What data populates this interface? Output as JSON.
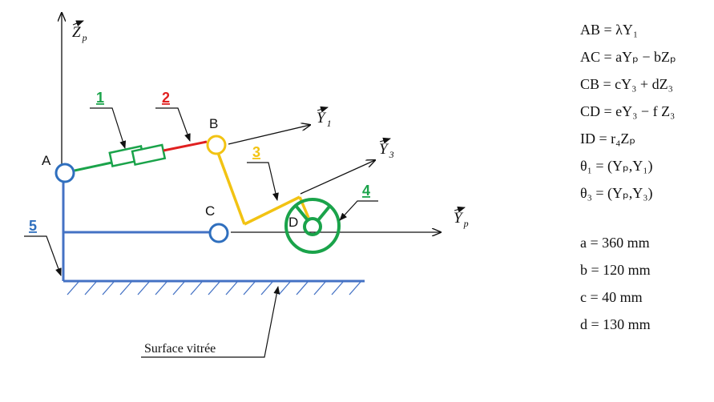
{
  "diagram": {
    "axes": {
      "zp": {
        "main": "Z",
        "sub": "p"
      },
      "y1": {
        "main": "Y",
        "sub": "1"
      },
      "y3": {
        "main": "Y",
        "sub": "3"
      },
      "yp": {
        "main": "Y",
        "sub": "p"
      }
    },
    "points": {
      "a": "A",
      "b": "B",
      "c": "C",
      "d": "D"
    },
    "parts": {
      "p1": "1",
      "p2": "2",
      "p3": "3",
      "p4": "4",
      "p5": "5"
    },
    "surface_label": "Surface vitrée"
  },
  "equations": [
    "AB = λY₁",
    "AC = aYₚ − bZₚ",
    "CB = cY₃ + dZ₃",
    "CD = eY₃ − f Z₃",
    "ID = r₄Zₚ",
    "θ₁ = (Yₚ,Y₁)",
    "θ₃ = (Yₚ,Y₃)"
  ],
  "parameters": [
    "a = 360 mm",
    "b = 120 mm",
    "c = 40 mm",
    "d = 130 mm"
  ],
  "colors": {
    "blue": "#4472c4",
    "green": "#1aa34a",
    "red": "#e02020",
    "yellow": "#f2c313",
    "black": "#111111"
  }
}
